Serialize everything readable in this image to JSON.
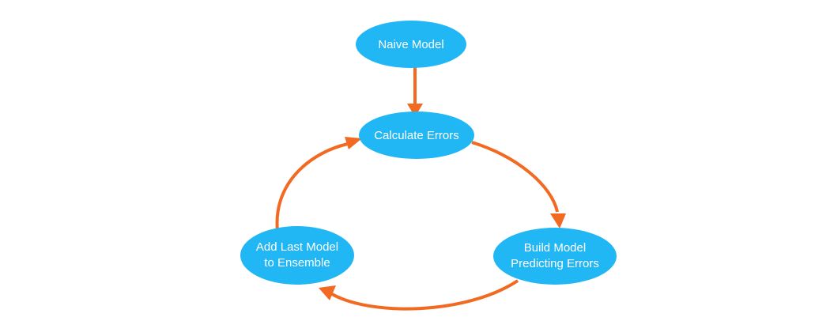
{
  "diagram": {
    "colors": {
      "node_fill": "#21b7f5",
      "edge": "#f26a22",
      "text": "#ffffff",
      "background": "#ffffff"
    },
    "nodes": {
      "naive_model": {
        "label": "Naive Model"
      },
      "calculate_errors": {
        "label": "Calculate Errors"
      },
      "build_model": {
        "line1": "Build Model",
        "line2": "Predicting Errors"
      },
      "add_last_model": {
        "line1": "Add Last Model",
        "line2": "to Ensemble"
      }
    },
    "edges": [
      {
        "from": "Naive Model",
        "to": "Calculate Errors"
      },
      {
        "from": "Calculate Errors",
        "to": "Build Model Predicting Errors"
      },
      {
        "from": "Build Model Predicting Errors",
        "to": "Add Last Model to Ensemble"
      },
      {
        "from": "Add Last Model to Ensemble",
        "to": "Calculate Errors"
      }
    ]
  }
}
